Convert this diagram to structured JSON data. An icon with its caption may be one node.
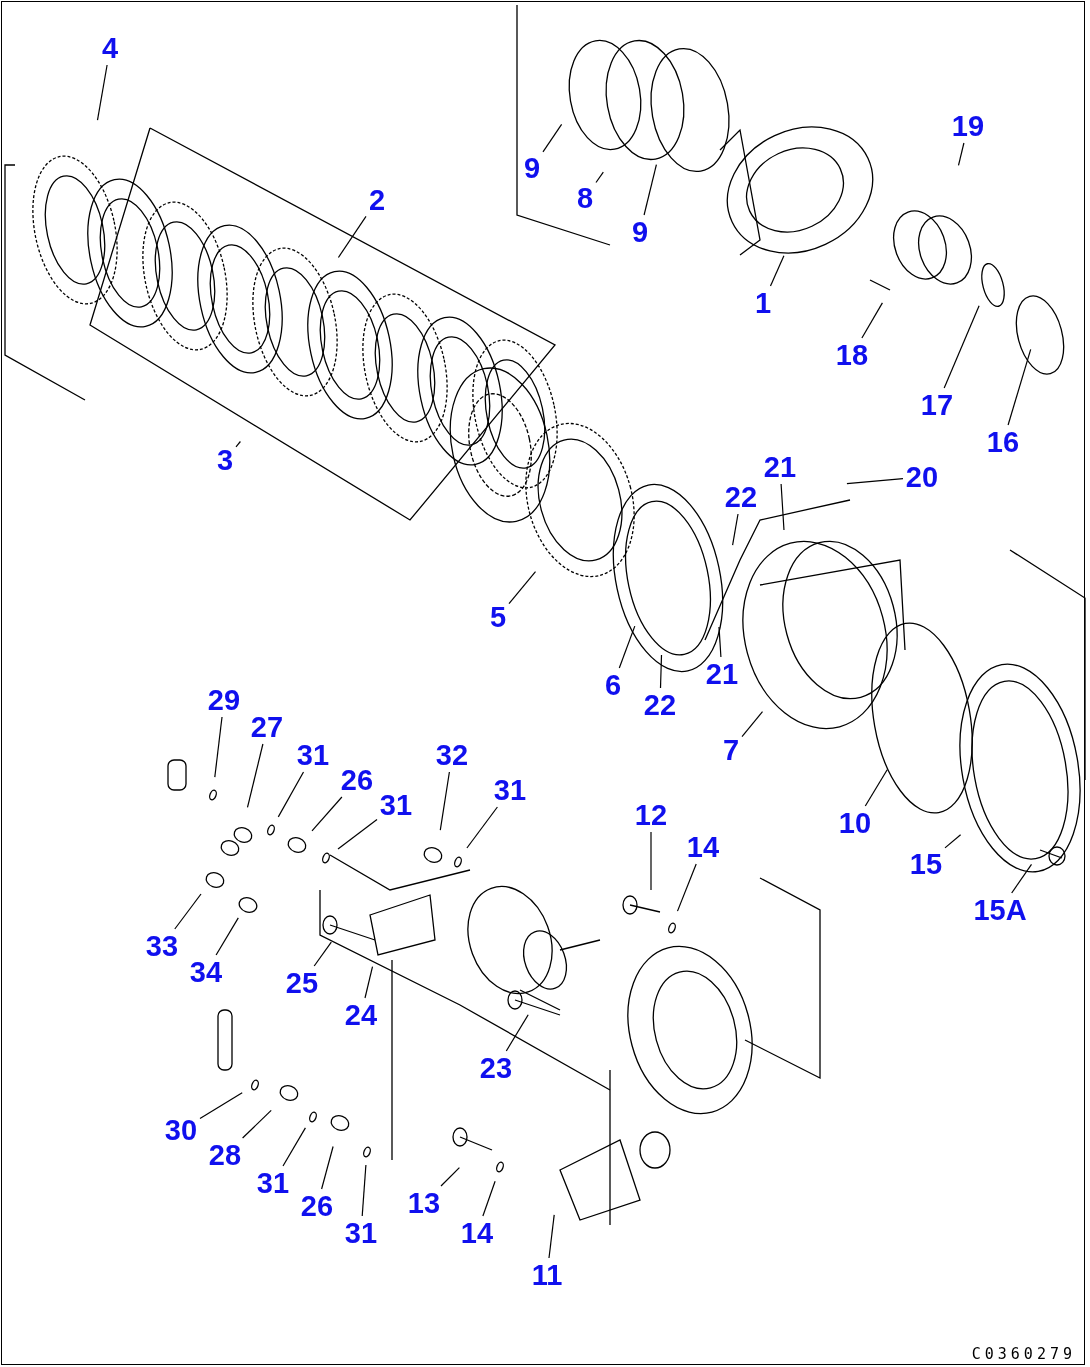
{
  "diagram": {
    "nodes": [
      {
        "text": [
          "4"
        ]
      },
      {
        "text": [
          "9"
        ]
      },
      {
        "text": [
          "8"
        ]
      },
      {
        "text": [
          "9"
        ]
      },
      {
        "text": [
          "2"
        ]
      },
      {
        "text": [
          "1"
        ]
      },
      {
        "text": [
          "19"
        ]
      },
      {
        "text": [
          "18"
        ]
      },
      {
        "text": [
          "17"
        ]
      },
      {
        "text": [
          "16"
        ]
      },
      {
        "text": [
          "3"
        ]
      },
      {
        "text": [
          "21"
        ]
      },
      {
        "text": [
          "20"
        ]
      },
      {
        "text": [
          "22"
        ]
      },
      {
        "text": [
          "5"
        ]
      },
      {
        "text": [
          "6"
        ]
      },
      {
        "text": [
          "22"
        ]
      },
      {
        "text": [
          "21"
        ]
      },
      {
        "text": [
          "7"
        ]
      },
      {
        "text": [
          "10"
        ]
      },
      {
        "text": [
          "15"
        ]
      },
      {
        "text": [
          "15A"
        ]
      },
      {
        "text": [
          "29"
        ]
      },
      {
        "text": [
          "27"
        ]
      },
      {
        "text": [
          "31"
        ]
      },
      {
        "text": [
          "26"
        ]
      },
      {
        "text": [
          "31"
        ]
      },
      {
        "text": [
          "32"
        ]
      },
      {
        "text": [
          "31"
        ]
      },
      {
        "text": [
          "33"
        ]
      },
      {
        "text": [
          "34"
        ]
      },
      {
        "text": [
          "25"
        ]
      },
      {
        "text": [
          "24"
        ]
      },
      {
        "text": [
          "23"
        ]
      },
      {
        "text": [
          "12"
        ]
      },
      {
        "text": [
          "14"
        ]
      },
      {
        "text": [
          "30"
        ]
      },
      {
        "text": [
          "28"
        ]
      },
      {
        "text": [
          "31"
        ]
      },
      {
        "text": [
          "26"
        ]
      },
      {
        "text": [
          "31"
        ]
      },
      {
        "text": [
          "13"
        ]
      },
      {
        "text": [
          "14"
        ]
      },
      {
        "text": [
          "11"
        ]
      }
    ],
    "edges": [
      {
        "from": 0,
        "to": null,
        "arrow": "none"
      },
      {
        "from": 1,
        "to": null,
        "arrow": "none"
      },
      {
        "from": 2,
        "to": null,
        "arrow": "none"
      },
      {
        "from": 3,
        "to": null,
        "arrow": "none"
      },
      {
        "from": 4,
        "to": null,
        "arrow": "none"
      },
      {
        "from": 5,
        "to": null,
        "arrow": "none"
      },
      {
        "from": 6,
        "to": null,
        "arrow": "none"
      },
      {
        "from": 7,
        "to": null,
        "arrow": "none"
      },
      {
        "from": 8,
        "to": null,
        "arrow": "none"
      },
      {
        "from": 9,
        "to": null,
        "arrow": "none"
      },
      {
        "from": 10,
        "to": null,
        "arrow": "none"
      },
      {
        "from": 11,
        "to": null,
        "arrow": "none"
      },
      {
        "from": 12,
        "to": null,
        "arrow": "none"
      },
      {
        "from": 13,
        "to": null,
        "arrow": "none"
      },
      {
        "from": 14,
        "to": null,
        "arrow": "none"
      },
      {
        "from": 15,
        "to": null,
        "arrow": "none"
      },
      {
        "from": 16,
        "to": null,
        "arrow": "none"
      },
      {
        "from": 17,
        "to": null,
        "arrow": "none"
      },
      {
        "from": 18,
        "to": null,
        "arrow": "none"
      },
      {
        "from": 19,
        "to": null,
        "arrow": "none"
      },
      {
        "from": 20,
        "to": null,
        "arrow": "none"
      },
      {
        "from": 21,
        "to": null,
        "arrow": "none"
      },
      {
        "from": 22,
        "to": null,
        "arrow": "none"
      },
      {
        "from": 23,
        "to": null,
        "arrow": "none"
      },
      {
        "from": 24,
        "to": null,
        "arrow": "none"
      },
      {
        "from": 25,
        "to": null,
        "arrow": "none"
      },
      {
        "from": 26,
        "to": null,
        "arrow": "none"
      },
      {
        "from": 27,
        "to": null,
        "arrow": "none"
      },
      {
        "from": 28,
        "to": null,
        "arrow": "none"
      },
      {
        "from": 29,
        "to": null,
        "arrow": "none"
      },
      {
        "from": 30,
        "to": null,
        "arrow": "none"
      },
      {
        "from": 31,
        "to": null,
        "arrow": "none"
      },
      {
        "from": 32,
        "to": null,
        "arrow": "none"
      },
      {
        "from": 33,
        "to": null,
        "arrow": "none"
      },
      {
        "from": 34,
        "to": null,
        "arrow": "none"
      },
      {
        "from": 35,
        "to": null,
        "arrow": "none"
      },
      {
        "from": 36,
        "to": null,
        "arrow": "none"
      },
      {
        "from": 37,
        "to": null,
        "arrow": "none"
      },
      {
        "from": 38,
        "to": null,
        "arrow": "none"
      },
      {
        "from": 39,
        "to": null,
        "arrow": "none"
      },
      {
        "from": 40,
        "to": null,
        "arrow": "none"
      },
      {
        "from": 41,
        "to": null,
        "arrow": "none"
      },
      {
        "from": 42,
        "to": null,
        "arrow": "none"
      },
      {
        "from": 43,
        "to": null,
        "arrow": "none"
      }
    ],
    "labels": [
      "C0360279"
    ]
  }
}
